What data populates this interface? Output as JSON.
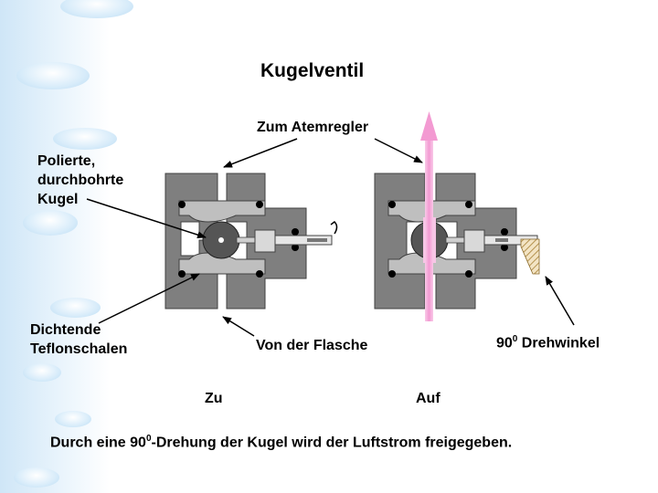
{
  "slide": {
    "title": "Kugelventil",
    "labels": {
      "to_regulator": "Zum Atemregler",
      "ball": "Polierte,\ndurchbohrte\nKugel",
      "seals": "Dichtende\nTeflonschalen",
      "from_cylinder": "Von der Flasche",
      "rotation_pre": "90",
      "rotation_sup": "0",
      "rotation_post": " Drehwinkel",
      "closed": "Zu",
      "open": "Auf"
    },
    "caption": {
      "pre": "Durch eine 90",
      "sup": "0",
      "post": "-Drehung der Kugel wird der Luftstrom freigegeben."
    }
  },
  "colors": {
    "housing": "#7f7f7f",
    "seal": "#bfbfbf",
    "ball": "#555555",
    "stem": "#d9d9d9",
    "flow_arrow": "#f4a6d7",
    "sky": "#cfe6f7"
  }
}
